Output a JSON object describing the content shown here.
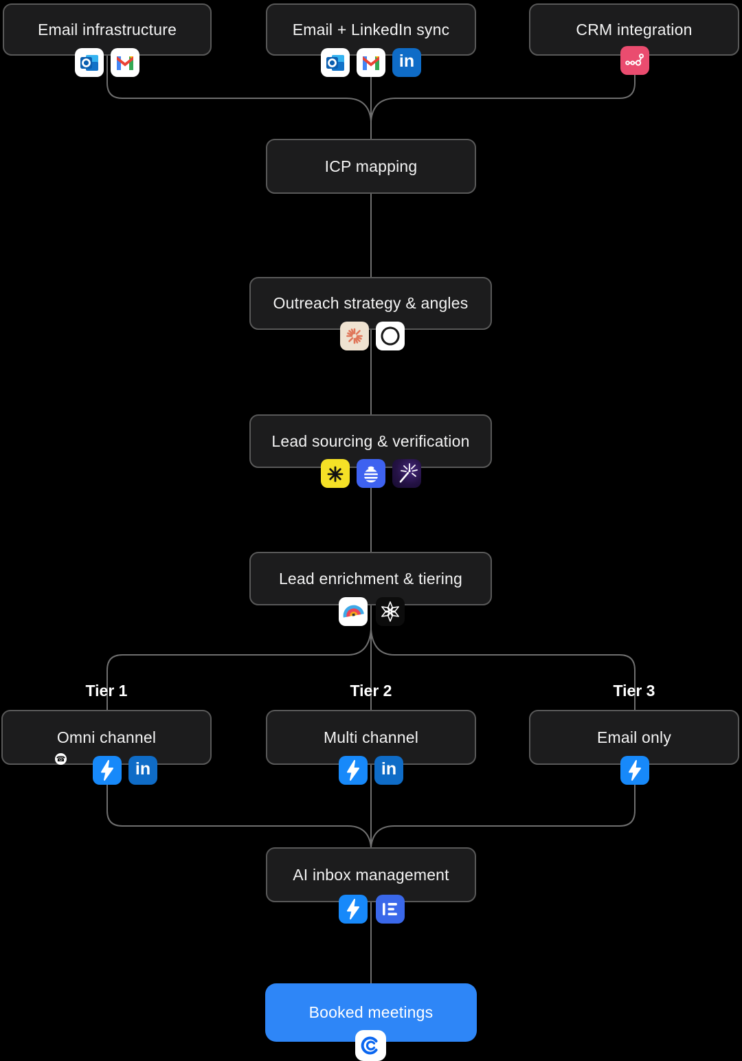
{
  "colors": {
    "background": "#000000",
    "node_fill": "#1c1c1d",
    "node_border": "#595959",
    "connector": "#6f6f6f",
    "text": "#f3f3f3",
    "tier_label": "#ffffff",
    "booked_blue": "#2e86f7",
    "lightning_blue": "#1789fa",
    "linkedin_blue": "#0f6cc7",
    "crm_pink": "#ea4c6f",
    "claude_cream": "#efe2d1",
    "claude_coral": "#e0765a",
    "openai_black": "#1a1a1a",
    "apollo_yellow": "#f5e126",
    "planet_blue": "#3e62f0",
    "spark_purple": "#241244",
    "lemlist_blue": "#3a68ea",
    "calendly_blue": "#0a66f0"
  },
  "nodes": {
    "email_infra": {
      "label": "Email infrastructure",
      "icons": [
        "outlook-icon",
        "gmail-icon"
      ]
    },
    "email_linkedin": {
      "label": "Email + LinkedIn sync",
      "icons": [
        "outlook-icon",
        "gmail-icon",
        "linkedin-icon"
      ]
    },
    "crm": {
      "label": "CRM integration",
      "icons": [
        "crm-network-icon"
      ]
    },
    "icp": {
      "label": "ICP mapping",
      "icons": []
    },
    "outreach": {
      "label": "Outreach strategy & angles",
      "icons": [
        "claude-icon",
        "openai-icon"
      ]
    },
    "sourcing": {
      "label": "Lead sourcing & verification",
      "icons": [
        "yellow-asterisk-icon",
        "blue-planet-icon",
        "purple-spark-icon"
      ]
    },
    "enrichment": {
      "label": "Lead enrichment & tiering",
      "icons": [
        "clay-rainbow-icon",
        "black-star-icon"
      ]
    },
    "tier1": {
      "tier_label": "Tier 1",
      "label": "Omni channel",
      "icons": [
        "phone-icon",
        "lightning-icon",
        "linkedin-icon"
      ]
    },
    "tier2": {
      "tier_label": "Tier 2",
      "label": "Multi channel",
      "icons": [
        "lightning-icon",
        "linkedin-icon"
      ]
    },
    "tier3": {
      "tier_label": "Tier 3",
      "label": "Email only",
      "icons": [
        "lightning-icon"
      ]
    },
    "ai_inbox": {
      "label": "AI inbox management",
      "icons": [
        "lightning-icon",
        "lemlist-icon"
      ]
    },
    "booked": {
      "label": "Booked meetings",
      "icons": [
        "calendly-icon"
      ]
    }
  },
  "glyphs": {
    "linkedin": "in",
    "phone": "☎"
  }
}
